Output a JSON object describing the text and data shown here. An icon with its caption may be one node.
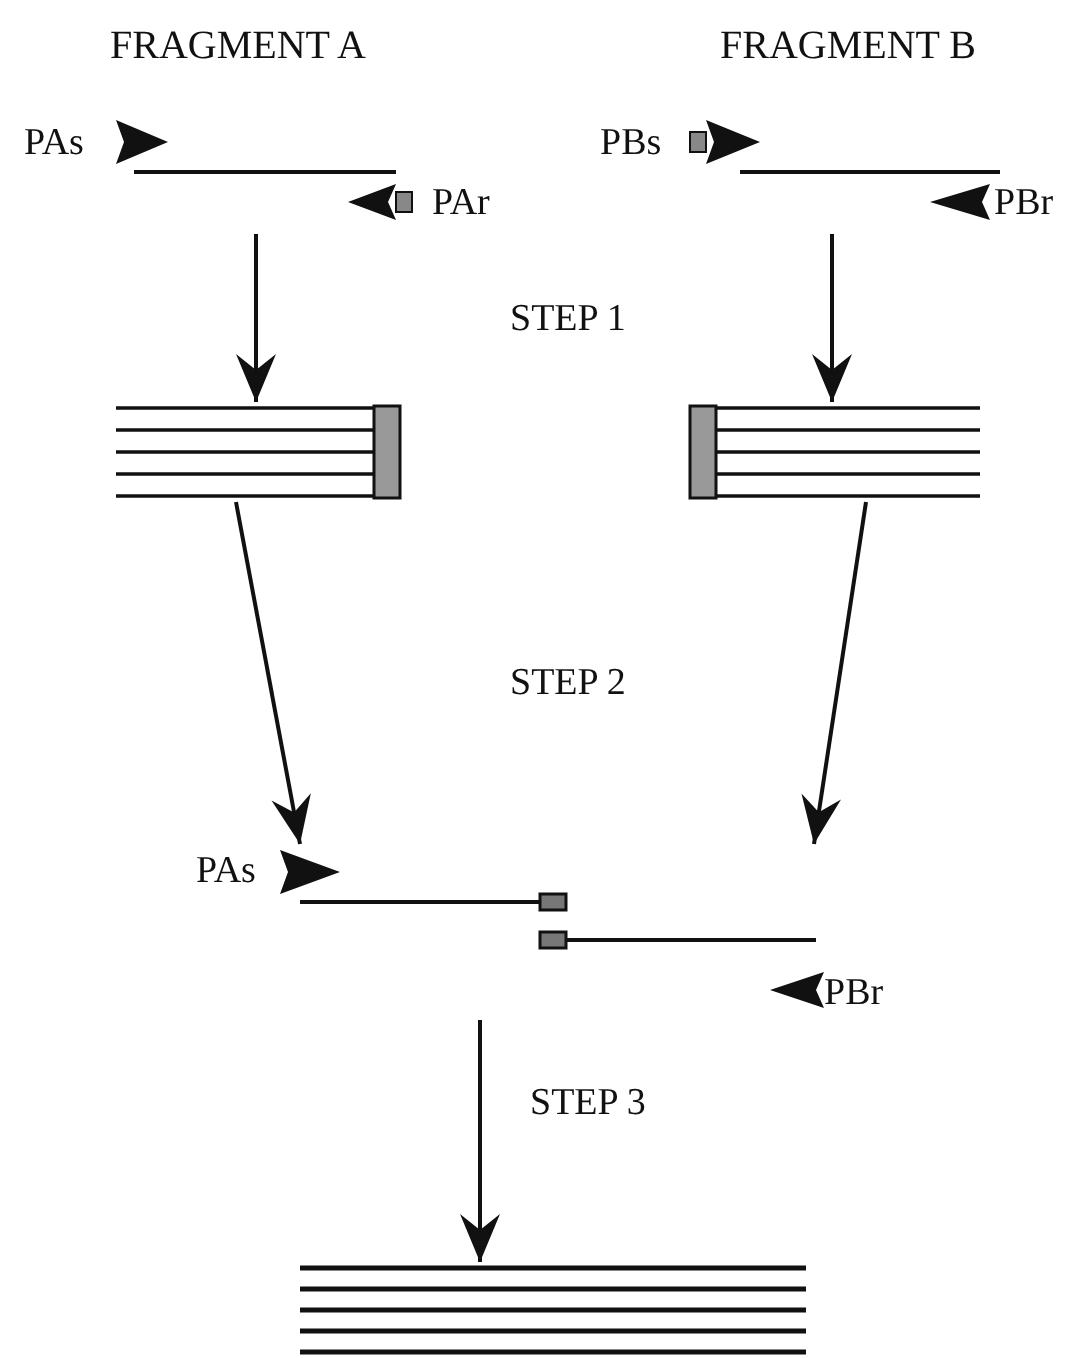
{
  "diagram": {
    "nodes": [
      {
        "text": [
          "FRAGMENT A"
        ],
        "beside": [
          "PAs",
          "PAr"
        ]
      },
      {
        "text": [
          "FRAGMENT B"
        ],
        "beside": [
          "PBs",
          "PBr"
        ]
      },
      {
        "text": [],
        "shape": "bar"
      },
      {
        "text": [],
        "shape": "bar"
      },
      {
        "text": [],
        "shape": "bar",
        "beside": [
          "PAs",
          "PBr"
        ]
      },
      {
        "text": [],
        "shape": "bar"
      }
    ],
    "edges": [
      {
        "from": 0,
        "to": 2,
        "arrow": "to"
      },
      {
        "from": 1,
        "to": 3,
        "arrow": "to"
      },
      {
        "from": 2,
        "to": 4,
        "arrow": "to"
      },
      {
        "from": 3,
        "to": 4,
        "arrow": "to"
      },
      {
        "from": 4,
        "to": 5,
        "arrow": "to"
      }
    ],
    "labels": [
      "STEP 1",
      "STEP 2",
      "STEP 3"
    ]
  }
}
